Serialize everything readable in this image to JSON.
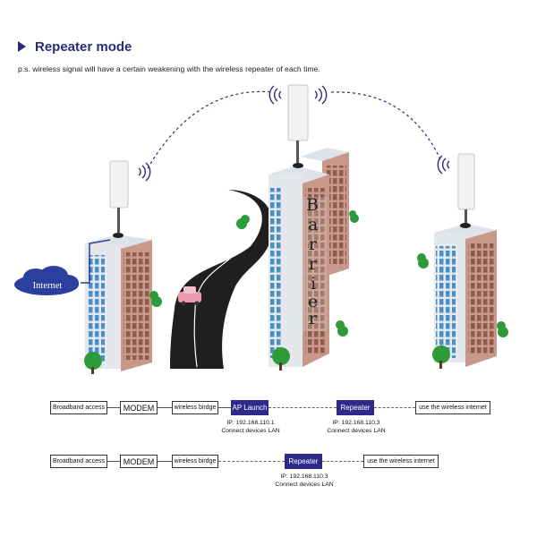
{
  "title": "Repeater mode",
  "note": "p.s. wireless signal will have a certain weakening with  the wireless repeater of each time.",
  "illustration": {
    "cloud_label": "Internet",
    "barrier_letters": [
      "B",
      "a",
      "r",
      "r",
      "i",
      "e",
      "r"
    ],
    "colors": {
      "brand": "#2d2a7a",
      "cloud": "#2b3f9e",
      "road": "#222222",
      "tree": "#2f9a3a",
      "building_face": "#cfd6dc",
      "building_side": "#b98a7a",
      "window": "#4a90c8"
    }
  },
  "flow1": {
    "broadband": "Broadband access",
    "modem": "MODEM",
    "bridge": "wireless birdge",
    "ap": "AP Launch",
    "ap_ip": "IP: 192.168.110.1",
    "ap_lan": "Connect devices LAN",
    "repeater": "Repeater",
    "rep_ip": "IP: 192.168.110.3",
    "rep_lan": "Connect devices LAN",
    "use": "use the wireless internet"
  },
  "flow2": {
    "broadband": "Broadband access",
    "modem": "MODEM",
    "bridge": "wireless birdge",
    "repeater": "Repeater",
    "rep_ip": "IP: 192.168.110.3",
    "rep_lan": "Connect devices LAN",
    "use": "use the wireless internet"
  }
}
